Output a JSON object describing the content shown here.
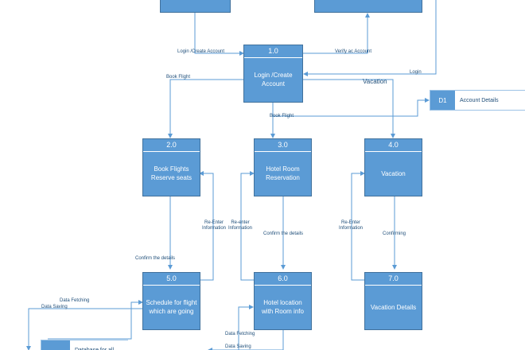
{
  "processes": {
    "p1": {
      "id": "1.0",
      "label": "Login /Create\nAccount"
    },
    "p2": {
      "id": "2.0",
      "label": "Book Flights\nReserve seats"
    },
    "p3": {
      "id": "3.0",
      "label": "Hotel Room\nReservation"
    },
    "p4": {
      "id": "4.0",
      "label": "Vacation"
    },
    "p5": {
      "id": "5.0",
      "label": "Schedule for flight\nwhich are going"
    },
    "p6": {
      "id": "6.0",
      "label": "Hotel location\nwith Room info"
    },
    "p7": {
      "id": "7.0",
      "label": "Vacation Details"
    }
  },
  "stores": {
    "d1": {
      "id": "D1",
      "name": "Account Details"
    },
    "d2": {
      "id": "",
      "name": "Database for all"
    }
  },
  "flows": {
    "login_create_account": "Login /Create Account",
    "verify_account": "Verify ac Account",
    "login": "Login",
    "book_flight_left": "Book Flight",
    "book_flight_mid": "Book Flight",
    "vacation": "Vacation",
    "reenter_info_2": "Re-Enter\nInformation",
    "reenter_info_3": "Re-enter\nInformation",
    "reenter_info_4": "Re-Enter\nInformation",
    "confirm_details_5": "Confirm the details",
    "confirm_details_6": "Confirm the details",
    "confirming": "Confirming",
    "data_fetching_5": "Data Fetching",
    "data_saving_5": "Data Saving",
    "data_fetching_6": "Data Fetching",
    "data_saving_6": "Data Saving"
  }
}
